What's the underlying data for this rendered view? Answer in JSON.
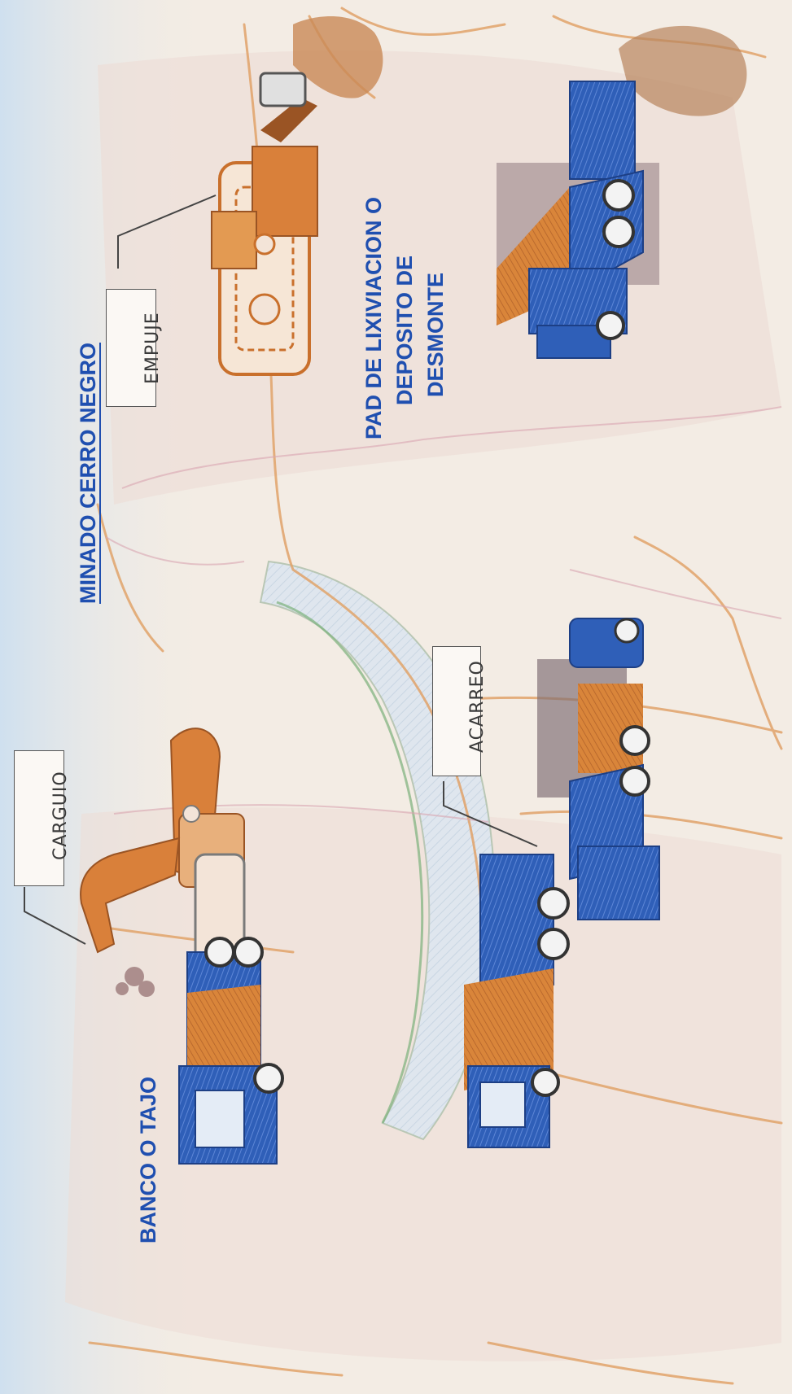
{
  "diagram": {
    "title": "MINADO CERRO NEGRO",
    "labels": {
      "carguio": "CARGUIO",
      "acarreo": "ACARREO",
      "empuje": "EMPUJE",
      "banco": "BANCO O TAJO",
      "pad_line1": "PAD DE LIXIVIACION O",
      "pad_line2": "DEPOSITO DE",
      "pad_line3": "DESMONTE"
    },
    "colors": {
      "truck_blue": "#2f5fb8",
      "truck_orange": "#d9853a",
      "machine_orange": "#d9803a",
      "title_blue": "#1f4fb0",
      "terrain_line": "#e1a36a"
    }
  }
}
